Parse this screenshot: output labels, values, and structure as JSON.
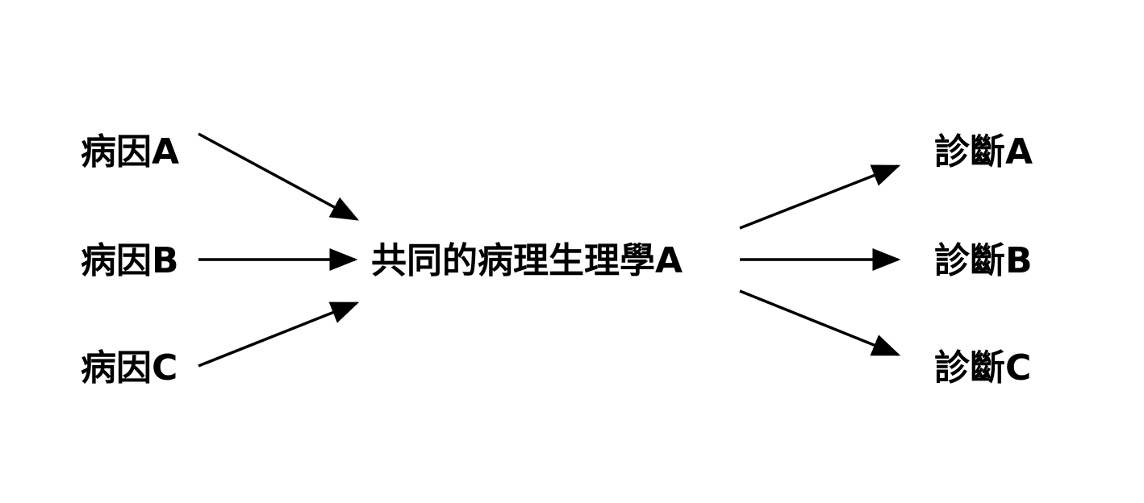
{
  "diagram": {
    "causes": [
      {
        "id": "cause-a",
        "label": "病因A"
      },
      {
        "id": "cause-b",
        "label": "病因B"
      },
      {
        "id": "cause-c",
        "label": "病因C"
      }
    ],
    "center": {
      "id": "center",
      "label": "共同的病理生理學A"
    },
    "diagnoses": [
      {
        "id": "diag-a",
        "label": "診斷A"
      },
      {
        "id": "diag-b",
        "label": "診斷B"
      },
      {
        "id": "diag-c",
        "label": "診斷C"
      }
    ],
    "edges": [
      {
        "from": "cause-a",
        "to": "center"
      },
      {
        "from": "cause-b",
        "to": "center"
      },
      {
        "from": "cause-c",
        "to": "center"
      },
      {
        "from": "center",
        "to": "diag-a"
      },
      {
        "from": "center",
        "to": "diag-b"
      },
      {
        "from": "center",
        "to": "diag-c"
      }
    ],
    "colors": {
      "text": "#000000",
      "arrow": "#000000",
      "background": "#ffffff"
    }
  }
}
